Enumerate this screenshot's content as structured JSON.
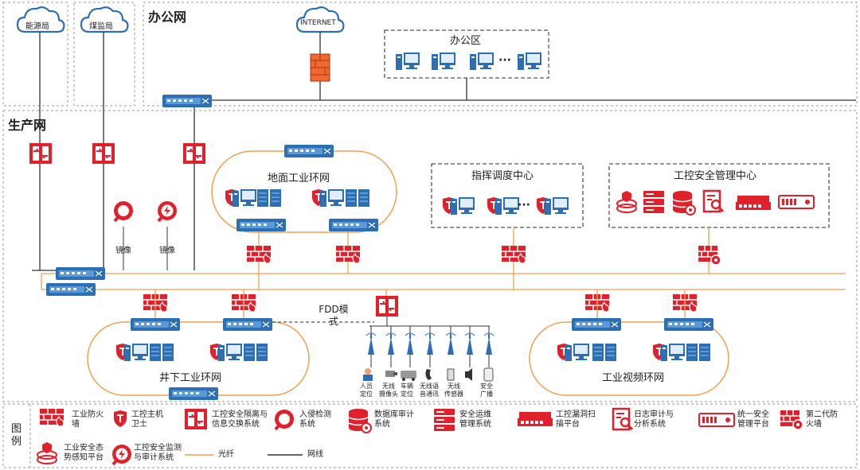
{
  "clouds": {
    "energy": "能源局",
    "coal": "煤监局",
    "internet": "INTERNET"
  },
  "sections": {
    "office": "办公网",
    "production": "生产网"
  },
  "centers": {
    "office_area": "办公区",
    "ground_ring": "地面工业环网",
    "command": "指挥调度中心",
    "ics_mgmt": "工控安全管理中心",
    "underground_ring": "井下工业环网",
    "video_ring": "工业视频环网"
  },
  "mirror": "镜像",
  "fdd": "FDD模式",
  "ellipsis": "···",
  "sensors": [
    {
      "label": "人员\n定位"
    },
    {
      "label": "无线\n摄像头"
    },
    {
      "label": "车辆\n定位"
    },
    {
      "label": "无线语\n音通讯"
    },
    {
      "label": "无线\n传感器"
    },
    {
      "label": "安全\n广播"
    }
  ],
  "legend": {
    "title": "图\n例",
    "items": [
      {
        "label": "工业防火\n墙",
        "icon": "firewall-icon"
      },
      {
        "label": "工控主机\n卫士",
        "icon": "shield-icon"
      },
      {
        "label": "工控安全隔离与\n信息交换系统",
        "icon": "gateway-icon"
      },
      {
        "label": "入侵检测\n系统",
        "icon": "magnifier-icon"
      },
      {
        "label": "数据库审计\n系统",
        "icon": "database-icon"
      },
      {
        "label": "安全运维\n管理系统",
        "icon": "server-icon"
      },
      {
        "label": "工控漏洞扫\n描平台",
        "icon": "scanner-icon"
      },
      {
        "label": "日志审计与\n分析系统",
        "icon": "log-audit-icon"
      },
      {
        "label": "统一安全\n管理平台",
        "icon": "platform-icon"
      },
      {
        "label": "第二代防\n火墙",
        "icon": "ngfw-icon"
      },
      {
        "label": "工业安全态\n势感知平台",
        "icon": "situation-icon"
      },
      {
        "label": "工控安全监测\n与审计系统",
        "icon": "monitor-icon"
      },
      {
        "label": "光纤",
        "icon": "fiber-line-icon"
      },
      {
        "label": "网线",
        "icon": "cable-line-icon"
      }
    ]
  },
  "colors": {
    "red": "#e0202a",
    "blue": "#2d6fb4",
    "fiber": "#f0a050",
    "cable": "#333333"
  }
}
